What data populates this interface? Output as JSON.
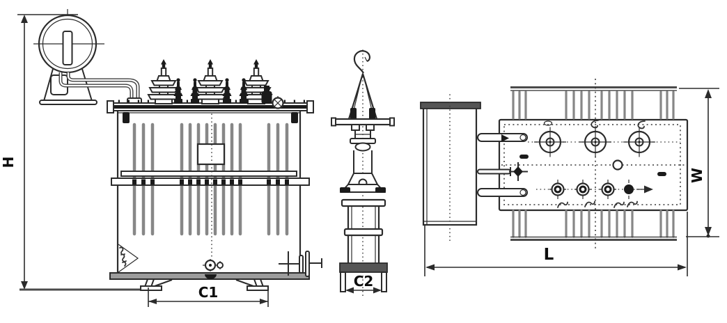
{
  "diagram": {
    "dimension_labels": {
      "height": "H",
      "front_base_span": "C1",
      "side_base_span": "C2",
      "overall_length": "L",
      "overall_width": "W"
    },
    "colors": {
      "background": "#ffffff",
      "line": "#2b2b2b",
      "line-soft": "#4a4a4a",
      "fin-gray": "#878787",
      "fill-dark": "#1b1b1b",
      "base-gray": "#9c9c9c",
      "band-gray": "#555555",
      "label": "#0d0d0d"
    },
    "views": [
      {
        "id": "front-elevation",
        "parts": [
          "conservator-tank",
          "oil-level-gauge",
          "oil-pipe",
          "tank-lid",
          "hv-bushings",
          "lv-bushings",
          "oil-fill-cap",
          "radiator-fins",
          "nameplate",
          "clamp-bands",
          "base-skids",
          "drain-valve",
          "side-valve"
        ]
      },
      {
        "id": "side-elevation",
        "parts": [
          "lifting-hook",
          "cable-cone",
          "cross-arm",
          "insulator-stack",
          "cylinder-body",
          "base-channel"
        ]
      },
      {
        "id": "plan-top",
        "parts": [
          "conservator-tank",
          "connection-pipes",
          "tank-cover",
          "cover-bolt-line",
          "hv-bushings",
          "lv-bushings",
          "vent-plug",
          "radiator-banks"
        ]
      }
    ]
  }
}
